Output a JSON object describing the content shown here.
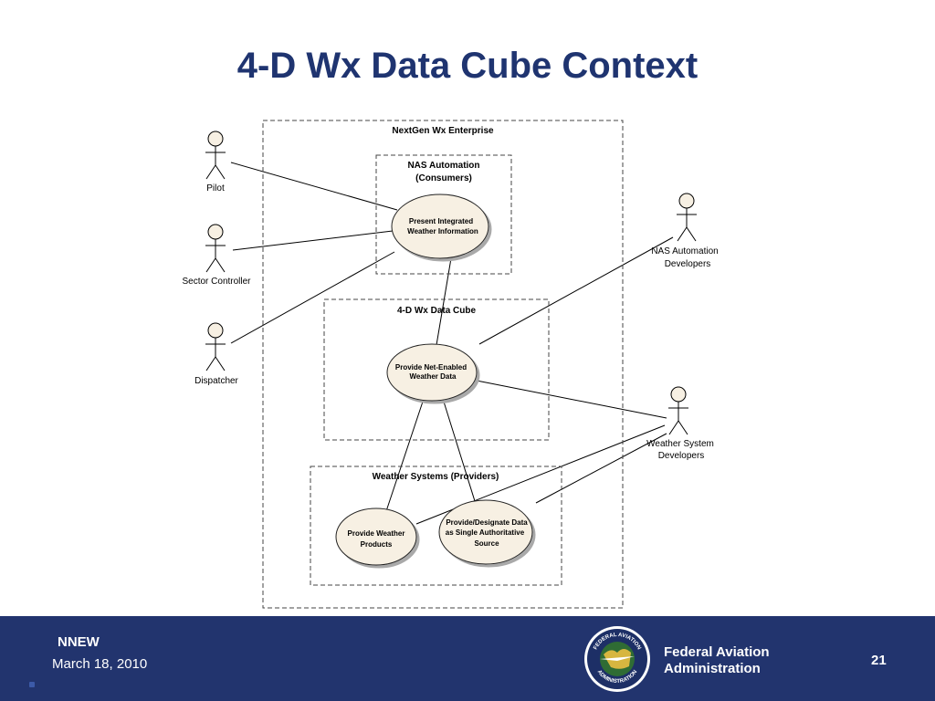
{
  "slide": {
    "title": "4-D Wx Data Cube Context",
    "number": "21"
  },
  "diagram": {
    "boundaries": {
      "enterprise": "NextGen Wx Enterprise",
      "nas_automation": [
        "NAS Automation",
        "(Consumers)"
      ],
      "data_cube": "4-D Wx Data Cube",
      "weather_systems": "Weather Systems (Providers)"
    },
    "use_cases": {
      "present": [
        "Present Integrated",
        "Weather Information"
      ],
      "provide_net": [
        "Provide Net-Enabled",
        "Weather Data"
      ],
      "provide_products": [
        "Provide Weather",
        "Products"
      ],
      "designate": [
        "Provide/Designate Data",
        "as Single Authoritative",
        "Source"
      ]
    },
    "actors": {
      "pilot": [
        "Pilot"
      ],
      "sector_controller": [
        "Sector Controller"
      ],
      "dispatcher": [
        "Dispatcher"
      ],
      "nas_developers": [
        "NAS Automation",
        "Developers"
      ],
      "wx_developers": [
        "Weather System",
        "Developers"
      ]
    }
  },
  "footer": {
    "project": "NNEW",
    "date": "March 18,  2010",
    "agency_line1": "Federal Aviation",
    "agency_line2": "Administration",
    "seal_text": "FEDERAL AVIATION ADMINISTRATION",
    "seal_letters": {
      "top": "FEDERAL AVIATION",
      "bottom": "ADMINISTRATION"
    }
  },
  "colors": {
    "title": "#1f3470",
    "footer_bg": "#22346e",
    "use_case_fill": "#f7f0e3",
    "boundary_stroke": "#444444"
  },
  "icons": [
    "actor-icon",
    "faa-seal-icon"
  ]
}
